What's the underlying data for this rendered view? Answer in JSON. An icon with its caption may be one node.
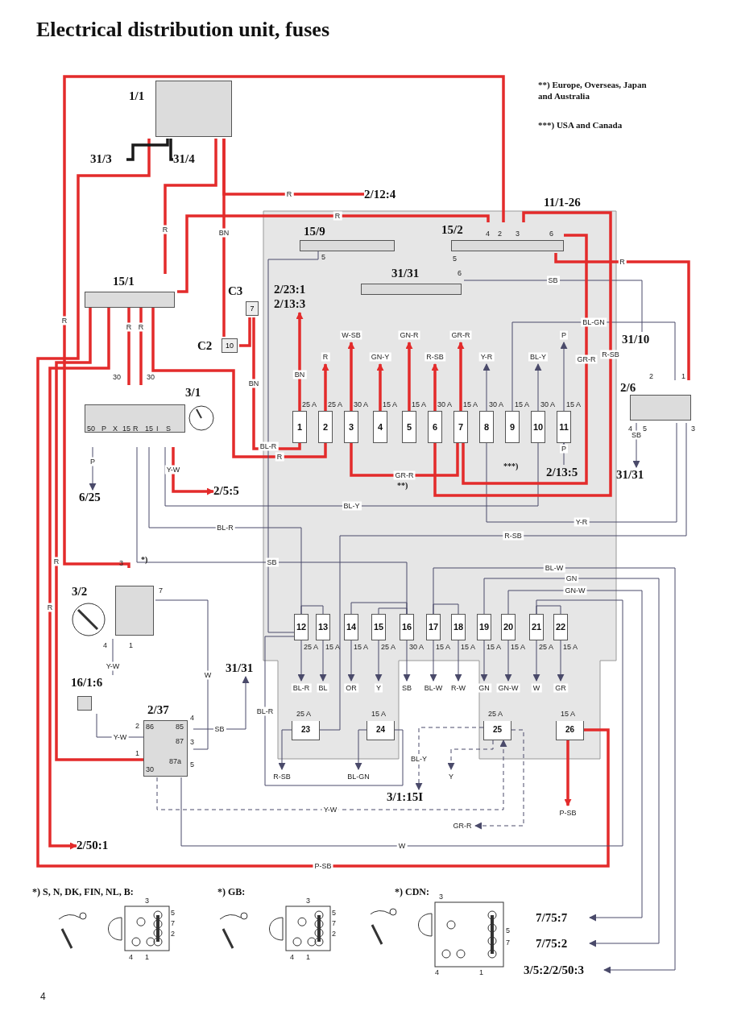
{
  "diagram": {
    "title": "Electrical distribution unit, fuses",
    "nodes": [
      {
        "text": [
          "1/1"
        ]
      },
      {
        "text": [
          "31/3"
        ]
      },
      {
        "text": [
          "31/4"
        ]
      },
      {
        "text": [
          "2/12:4"
        ]
      },
      {
        "text": [
          "11/1-26"
        ]
      },
      {
        "text": [
          "15/9"
        ],
        "in": 4
      },
      {
        "text": [
          "15/2"
        ],
        "in": 4
      },
      {
        "text": [
          "31/31"
        ],
        "in": 4
      },
      {
        "text": [
          "2/23:1",
          "2/13:3"
        ],
        "in": 4
      },
      {
        "text": [
          "1"
        ],
        "in": 4,
        "beside": [
          "25 A"
        ]
      },
      {
        "text": [
          "2"
        ],
        "in": 4,
        "beside": [
          "25 A"
        ]
      },
      {
        "text": [
          "3"
        ],
        "in": 4,
        "beside": [
          "30 A"
        ]
      },
      {
        "text": [
          "4"
        ],
        "in": 4,
        "beside": [
          "15 A"
        ]
      },
      {
        "text": [
          "5"
        ],
        "in": 4,
        "beside": [
          "15 A"
        ]
      },
      {
        "text": [
          "6"
        ],
        "in": 4,
        "beside": [
          "30 A"
        ]
      },
      {
        "text": [
          "7"
        ],
        "in": 4,
        "beside": [
          "15 A"
        ]
      },
      {
        "text": [
          "8"
        ],
        "in": 4,
        "beside": [
          "30 A"
        ]
      },
      {
        "text": [
          "9"
        ],
        "in": 4,
        "beside": [
          "15 A"
        ]
      },
      {
        "text": [
          "10"
        ],
        "in": 4,
        "beside": [
          "30 A"
        ]
      },
      {
        "text": [
          "11"
        ],
        "in": 4,
        "beside": [
          "15 A"
        ]
      },
      {
        "text": [
          "2/13:5"
        ],
        "in": 4
      },
      {
        "text": [
          "15/1"
        ]
      },
      {
        "text": [
          "C3",
          "7"
        ]
      },
      {
        "text": [
          "C2",
          "10"
        ]
      },
      {
        "text": [
          "3/1"
        ]
      },
      {
        "text": [
          "6/25"
        ]
      },
      {
        "text": [
          "2/5:5"
        ]
      },
      {
        "text": [
          "31/10"
        ]
      },
      {
        "text": [
          "2/6"
        ]
      },
      {
        "text": [
          "31/31"
        ]
      },
      {
        "text": [
          "3/2"
        ]
      },
      {
        "text": [
          "16/1:6"
        ]
      },
      {
        "text": [
          "2/37"
        ]
      },
      {
        "text": [
          "31/31"
        ]
      },
      {
        "text": [
          "2/50:1"
        ]
      },
      {
        "text": [
          "12"
        ],
        "in": 4,
        "beside": [
          "25 A"
        ]
      },
      {
        "text": [
          "13"
        ],
        "in": 4,
        "beside": [
          "15 A"
        ]
      },
      {
        "text": [
          "14"
        ],
        "in": 4,
        "beside": [
          "15 A"
        ]
      },
      {
        "text": [
          "15"
        ],
        "in": 4,
        "beside": [
          "25 A"
        ]
      },
      {
        "text": [
          "16"
        ],
        "in": 4,
        "beside": [
          "30 A"
        ]
      },
      {
        "text": [
          "17"
        ],
        "in": 4,
        "beside": [
          "15 A"
        ]
      },
      {
        "text": [
          "18"
        ],
        "in": 4,
        "beside": [
          "15 A"
        ]
      },
      {
        "text": [
          "19"
        ],
        "in": 4,
        "beside": [
          "15 A"
        ]
      },
      {
        "text": [
          "20"
        ],
        "in": 4,
        "beside": [
          "15 A"
        ]
      },
      {
        "text": [
          "21"
        ],
        "in": 4,
        "beside": [
          "25 A"
        ]
      },
      {
        "text": [
          "22"
        ],
        "in": 4,
        "beside": [
          "15 A"
        ]
      },
      {
        "text": [
          "23"
        ],
        "in": 4,
        "beside": [
          "25 A"
        ]
      },
      {
        "text": [
          "24"
        ],
        "in": 4,
        "beside": [
          "15 A"
        ]
      },
      {
        "text": [
          "25"
        ],
        "in": 4,
        "beside": [
          "25 A"
        ]
      },
      {
        "text": [
          "26"
        ],
        "in": 4,
        "beside": [
          "15 A"
        ]
      },
      {
        "text": [
          "3/1:15I"
        ]
      },
      {
        "text": [
          "7/75:7"
        ]
      },
      {
        "text": [
          "7/75:2"
        ]
      },
      {
        "text": [
          "3/5:2/2/50:3"
        ]
      },
      {
        "text": [
          "*) S, N, DK, FIN, NL, B:"
        ]
      },
      {
        "text": [
          "*) GB:"
        ]
      },
      {
        "text": [
          "*) CDN:"
        ]
      }
    ],
    "edges": [
      {
        "from": 6,
        "to": 30,
        "arrow": "none",
        "label": "R",
        "style": "thick",
        "color": "#e32b2b"
      },
      {
        "from": 0,
        "to": 3,
        "arrow": "none",
        "label": "R",
        "style": "thick",
        "color": "#e32b2b"
      },
      {
        "from": 0,
        "to": 21,
        "arrow": "none",
        "label": "R",
        "style": "thick",
        "color": "#e32b2b"
      },
      {
        "from": 0,
        "to": 49,
        "arrow": "none",
        "label": "P-SB",
        "style": "thick",
        "color": "#e32b2b"
      },
      {
        "from": 0,
        "to": 23,
        "arrow": "none",
        "label": "BN",
        "style": "thick",
        "color": "#e32b2b"
      },
      {
        "from": 23,
        "to": 22,
        "arrow": "none",
        "style": "thick",
        "color": "#e32b2b"
      },
      {
        "from": 22,
        "to": 9,
        "arrow": "none",
        "label": "BN",
        "style": "thick",
        "color": "#e32b2b"
      },
      {
        "from": 21,
        "to": 6,
        "arrow": "none",
        "label": "R",
        "style": "thick",
        "color": "#e32b2b"
      },
      {
        "from": 21,
        "to": 24,
        "arrow": "none",
        "label": "R",
        "style": "thick",
        "color": "#e32b2b"
      },
      {
        "from": 21,
        "to": 24,
        "arrow": "none",
        "label": "R",
        "style": "thick",
        "color": "#e32b2b"
      },
      {
        "from": 21,
        "to": 10,
        "arrow": "none",
        "label": "R",
        "style": "thick",
        "color": "#e32b2b"
      },
      {
        "from": 21,
        "to": 34,
        "arrow": "to",
        "label": "R",
        "style": "thick",
        "color": "#e32b2b"
      },
      {
        "from": 21,
        "to": 32,
        "arrow": "none",
        "label": "R",
        "style": "thick",
        "color": "#e32b2b"
      },
      {
        "from": 24,
        "to": 25,
        "arrow": "to",
        "label": "P"
      },
      {
        "from": 24,
        "to": 26,
        "arrow": "to",
        "label": "Y-W",
        "style": "thick",
        "color": "#e32b2b"
      },
      {
        "from": 24,
        "to": 35,
        "arrow": "none",
        "label": "BL-R"
      },
      {
        "from": 24,
        "to": 18,
        "arrow": "none",
        "label": "BL-Y"
      },
      {
        "from": 24,
        "to": 39,
        "arrow": "none",
        "label": "SB"
      },
      {
        "from": 30,
        "to": 32,
        "arrow": "none",
        "label": "W"
      },
      {
        "from": 30,
        "to": 31,
        "arrow": "none",
        "label": "Y-W"
      },
      {
        "from": 31,
        "to": 32,
        "arrow": "none",
        "label": "Y-W"
      },
      {
        "from": 32,
        "to": 33,
        "arrow": "to",
        "label": "SB"
      },
      {
        "from": 32,
        "to": 44,
        "arrow": "none",
        "label": "W"
      },
      {
        "from": 32,
        "to": 48,
        "arrow": "to",
        "label": "Y-W",
        "style": "dashed"
      },
      {
        "from": 9,
        "to": 8,
        "arrow": "to",
        "label": "BN",
        "style": "thick",
        "color": "#e32b2b"
      },
      {
        "from": 10,
        "to": null,
        "arrow": "to",
        "label": "R",
        "style": "thick",
        "color": "#e32b2b"
      },
      {
        "from": 11,
        "to": null,
        "arrow": "to",
        "label": "W-SB",
        "style": "thick",
        "color": "#e32b2b"
      },
      {
        "from": 12,
        "to": null,
        "arrow": "to",
        "label": "GN-Y",
        "style": "thick",
        "color": "#e32b2b"
      },
      {
        "from": 13,
        "to": null,
        "arrow": "to",
        "label": "GN-R",
        "style": "thick",
        "color": "#e32b2b"
      },
      {
        "from": 14,
        "to": null,
        "arrow": "to",
        "label": "R-SB",
        "style": "thick",
        "color": "#e32b2b"
      },
      {
        "from": 15,
        "to": null,
        "arrow": "to",
        "label": "GR-R",
        "style": "thick",
        "color": "#e32b2b"
      },
      {
        "from": 16,
        "to": null,
        "arrow": "to",
        "label": "Y-R"
      },
      {
        "from": 18,
        "to": null,
        "arrow": "to",
        "label": "BL-Y"
      },
      {
        "from": 19,
        "to": null,
        "arrow": "to",
        "label": "P"
      },
      {
        "from": 17,
        "to": 28,
        "arrow": "none",
        "label": "BL-GN"
      },
      {
        "from": 20,
        "to": 19,
        "arrow": "to",
        "label": "P"
      },
      {
        "from": 16,
        "to": 28,
        "arrow": "none",
        "label": "Y-R"
      },
      {
        "from": 28,
        "to": 46,
        "arrow": "none",
        "label": "R-SB"
      },
      {
        "from": 28,
        "to": 29,
        "arrow": "to",
        "label": "SB"
      },
      {
        "from": 7,
        "to": 27,
        "arrow": "none",
        "label": "SB"
      },
      {
        "from": 6,
        "to": 14,
        "arrow": "none",
        "label": "R-SB",
        "style": "thick",
        "color": "#e32b2b"
      },
      {
        "from": 6,
        "to": 15,
        "arrow": "none",
        "label": "GR-R",
        "style": "thick",
        "color": "#e32b2b"
      },
      {
        "from": 6,
        "to": 28,
        "arrow": "none",
        "label": "R",
        "style": "thick",
        "color": "#e32b2b"
      },
      {
        "from": 11,
        "to": 15,
        "arrow": "none",
        "label": "GR-R",
        "style": "thick",
        "color": "#e32b2b"
      },
      {
        "from": 5,
        "to": 35,
        "arrow": "none",
        "label": "BL-R"
      },
      {
        "from": 35,
        "to": null,
        "arrow": "to",
        "label": "BL-R"
      },
      {
        "from": 36,
        "to": null,
        "arrow": "to",
        "label": "BL"
      },
      {
        "from": 37,
        "to": null,
        "arrow": "to",
        "label": "OR"
      },
      {
        "from": 38,
        "to": null,
        "arrow": "to",
        "label": "Y"
      },
      {
        "from": 39,
        "to": null,
        "arrow": "to",
        "label": "SB"
      },
      {
        "from": 40,
        "to": null,
        "arrow": "to",
        "label": "BL-W"
      },
      {
        "from": 41,
        "to": null,
        "arrow": "to",
        "label": "R-W"
      },
      {
        "from": 42,
        "to": null,
        "arrow": "to",
        "label": "GN"
      },
      {
        "from": 43,
        "to": null,
        "arrow": "to",
        "label": "GN-W"
      },
      {
        "from": 44,
        "to": null,
        "arrow": "to",
        "label": "W"
      },
      {
        "from": 45,
        "to": null,
        "arrow": "to",
        "label": "GR"
      },
      {
        "from": 42,
        "to": 52,
        "arrow": "to",
        "label": "GN"
      },
      {
        "from": 43,
        "to": 51,
        "arrow": "to",
        "label": "GN-W"
      },
      {
        "from": 40,
        "to": 53,
        "arrow": "to",
        "label": "BL-W"
      },
      {
        "from": 39,
        "to": 37,
        "arrow": "none"
      },
      {
        "from": 39,
        "to": 38,
        "arrow": "none"
      },
      {
        "from": 40,
        "to": 41,
        "arrow": "none"
      },
      {
        "from": 44,
        "to": 45,
        "arrow": "none"
      },
      {
        "from": 35,
        "to": 36,
        "arrow": "none"
      },
      {
        "from": 46,
        "to": null,
        "arrow": "to",
        "label": "R-SB"
      },
      {
        "from": 47,
        "to": null,
        "arrow": "to",
        "label": "BL-GN"
      },
      {
        "from": 47,
        "to": 35,
        "arrow": "none",
        "label": "BL-R"
      },
      {
        "from": 48,
        "to": 50,
        "arrow": "to",
        "label": "BL-Y",
        "style": "dashed"
      },
      {
        "from": 48,
        "to": null,
        "arrow": "to",
        "label": "Y",
        "style": "dashed"
      },
      {
        "from": 48,
        "to": null,
        "arrow": "to",
        "label": "GR-R",
        "style": "dashed"
      },
      {
        "from": 49,
        "to": null,
        "arrow": "to",
        "label": "P-SB",
        "style": "thick",
        "color": "#e32b2b"
      },
      {
        "from": 0,
        "to": 1,
        "arrow": "none",
        "style": "thick",
        "color": "#1a1a1a"
      },
      {
        "from": 0,
        "to": 2,
        "arrow": "none",
        "style": "thick",
        "color": "#1a1a1a"
      }
    ],
    "labels": [
      "**) Europe, Overseas, Japan and Australia",
      "***) USA and Canada",
      "**)",
      "***)",
      "*)",
      "30",
      "30",
      "50",
      "P",
      "X",
      "15",
      "R",
      "15",
      "I",
      "S",
      "5",
      "4",
      "2",
      "3",
      "6",
      "5",
      "6",
      "2",
      "1",
      "4",
      "5",
      "3",
      "3",
      "7",
      "4",
      "1",
      "2",
      "86",
      "85",
      "4",
      "87",
      "3",
      "1",
      "87a",
      "5",
      "30",
      "3",
      "5",
      "7",
      "2",
      "4",
      "1",
      "3",
      "5",
      "7",
      "2",
      "4",
      "1",
      "3",
      "5",
      "7",
      "4",
      "1",
      "4"
    ]
  }
}
